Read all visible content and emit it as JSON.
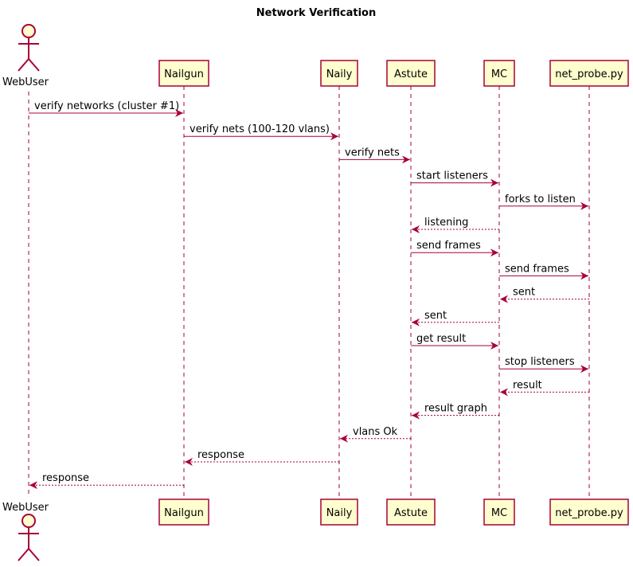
{
  "diagram": {
    "title": "Network Verification",
    "colors": {
      "line": "#A80036",
      "box_fill": "#FEFECE"
    },
    "participants": [
      {
        "id": "webuser",
        "name": "WebUser",
        "kind": "actor"
      },
      {
        "id": "nailgun",
        "name": "Nailgun",
        "kind": "participant"
      },
      {
        "id": "naily",
        "name": "Naily",
        "kind": "participant"
      },
      {
        "id": "astute",
        "name": "Astute",
        "kind": "participant"
      },
      {
        "id": "mc",
        "name": "MC",
        "kind": "participant"
      },
      {
        "id": "net_probe",
        "name": "net_probe.py",
        "kind": "participant"
      }
    ],
    "messages": [
      {
        "from": "webuser",
        "to": "nailgun",
        "label": "verify networks (cluster #1)",
        "style": "solid"
      },
      {
        "from": "nailgun",
        "to": "naily",
        "label": "verify nets (100-120 vlans)",
        "style": "solid"
      },
      {
        "from": "naily",
        "to": "astute",
        "label": "verify nets",
        "style": "solid"
      },
      {
        "from": "astute",
        "to": "mc",
        "label": "start listeners",
        "style": "solid"
      },
      {
        "from": "mc",
        "to": "net_probe",
        "label": "forks to listen",
        "style": "solid"
      },
      {
        "from": "mc",
        "to": "astute",
        "label": "listening",
        "style": "dashed"
      },
      {
        "from": "astute",
        "to": "mc",
        "label": "send frames",
        "style": "solid"
      },
      {
        "from": "mc",
        "to": "net_probe",
        "label": "send frames",
        "style": "solid"
      },
      {
        "from": "net_probe",
        "to": "mc",
        "label": "sent",
        "style": "dashed"
      },
      {
        "from": "mc",
        "to": "astute",
        "label": "sent",
        "style": "dashed"
      },
      {
        "from": "astute",
        "to": "mc",
        "label": "get result",
        "style": "solid"
      },
      {
        "from": "mc",
        "to": "net_probe",
        "label": "stop listeners",
        "style": "solid"
      },
      {
        "from": "net_probe",
        "to": "mc",
        "label": "result",
        "style": "dashed"
      },
      {
        "from": "mc",
        "to": "astute",
        "label": "result graph",
        "style": "dashed"
      },
      {
        "from": "astute",
        "to": "naily",
        "label": "vlans Ok",
        "style": "dashed"
      },
      {
        "from": "naily",
        "to": "nailgun",
        "label": "response",
        "style": "dashed"
      },
      {
        "from": "nailgun",
        "to": "webuser",
        "label": "response",
        "style": "dashed"
      }
    ]
  }
}
